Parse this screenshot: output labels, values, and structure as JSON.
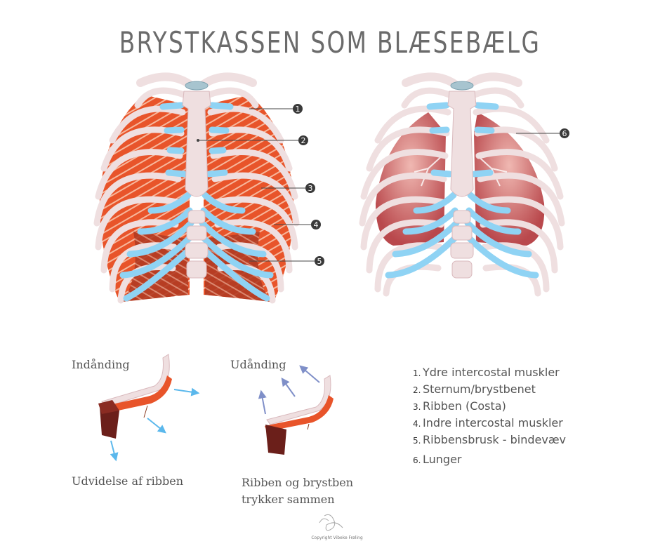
{
  "title": "BRYSTKASSEN SOM BLÆSEBÆLG",
  "callouts": [
    "1",
    "2",
    "3",
    "4",
    "5",
    "6"
  ],
  "inhale": {
    "heading": "Indånding",
    "caption": "Udvidelse af ribben"
  },
  "exhale": {
    "heading": "Udånding",
    "caption_line1": "Ribben og brystben",
    "caption_line2": "trykker sammen"
  },
  "legend": [
    {
      "num": "1.",
      "text": "Ydre intercostal muskler"
    },
    {
      "num": "2.",
      "text": "Sternum/brystbenet"
    },
    {
      "num": "3.",
      "text": "Ribben (Costa)"
    },
    {
      "num": "4.",
      "text": "Indre intercostal muskler"
    },
    {
      "num": "5.",
      "text": "Ribbensbrusk - bindevæv"
    },
    {
      "num": "6.",
      "text": "Lunger"
    }
  ],
  "copyright": "Copyright Vibeke Frøling",
  "colors": {
    "bone": "#efdfe0",
    "bone_edge": "#d9b9bd",
    "cartilage": "#8fd3f4",
    "muscle_outer": "#e8542a",
    "muscle_inner": "#b23a22",
    "lung": "#c96a6a",
    "callout": "#3a3a3a",
    "arrow_inhale": "#5bb8ec",
    "arrow_exhale": "#7f8fc8"
  }
}
